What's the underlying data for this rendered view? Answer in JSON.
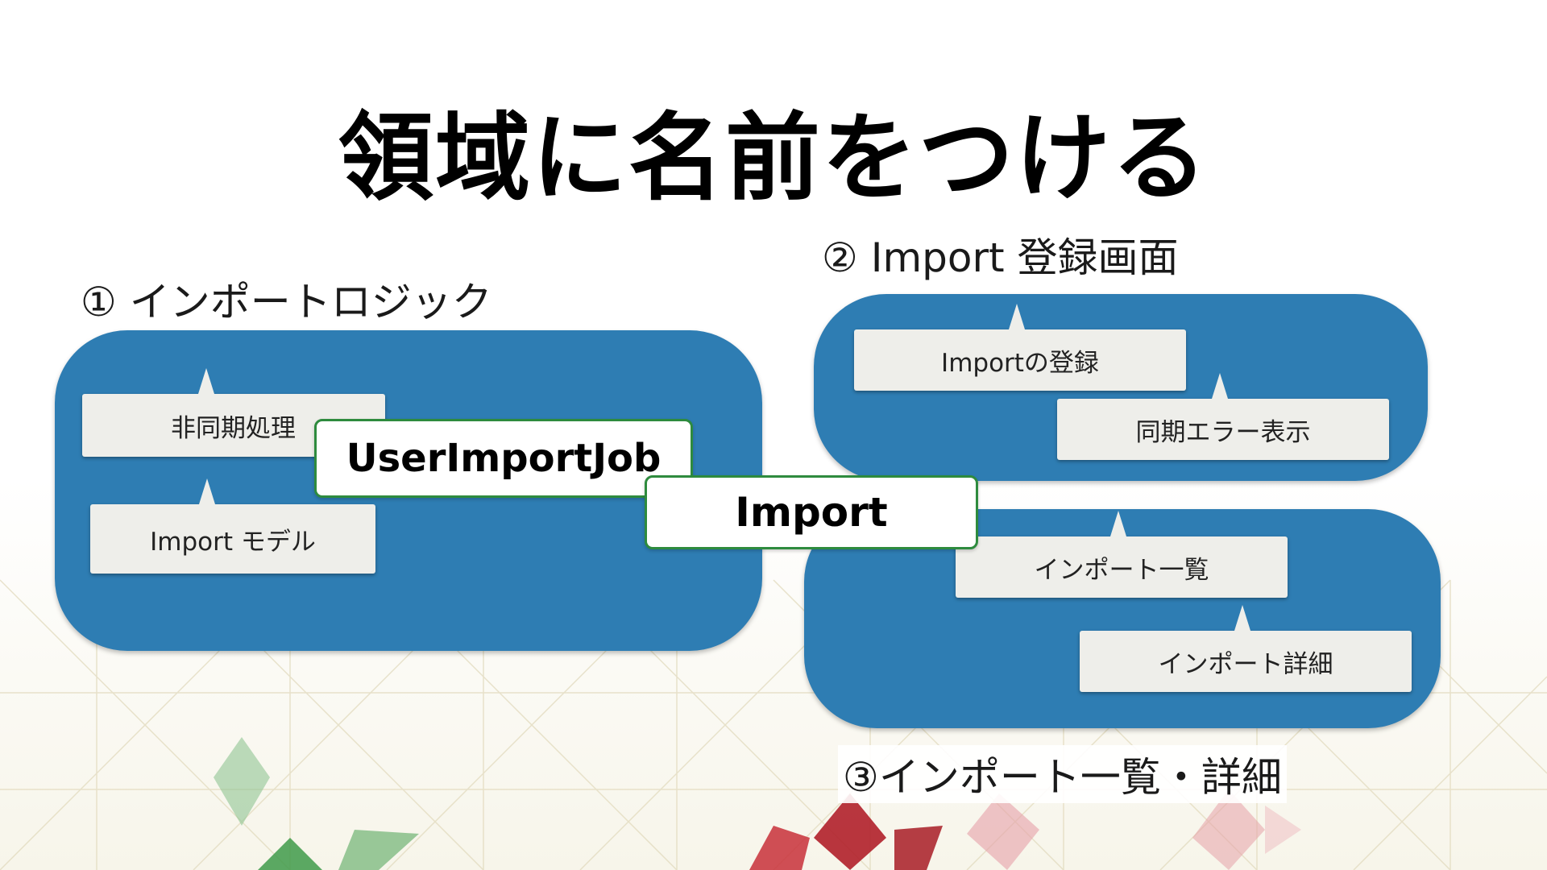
{
  "title": "領域に名前をつける",
  "areas": [
    {
      "label": "① インポートロジック",
      "notes": [
        "非同期処理",
        "Import モデル"
      ]
    },
    {
      "label": "② Import 登録画面",
      "notes": [
        "Importの登録",
        "同期エラー表示"
      ]
    },
    {
      "label": "③インポート一覧・詳細",
      "notes": [
        "インポート一覧",
        "インポート詳細"
      ]
    }
  ],
  "names": [
    "UserImportJob",
    "Import"
  ],
  "colors": {
    "region": "#2e7db3",
    "note": "#eeeeea",
    "name_border": "#2e8b3e",
    "pattern_line": "#d8cfa8",
    "leaf_green": "#3f9a4a",
    "leaf_red": "#b0202a",
    "leaf_pink": "#e6a0a8"
  }
}
